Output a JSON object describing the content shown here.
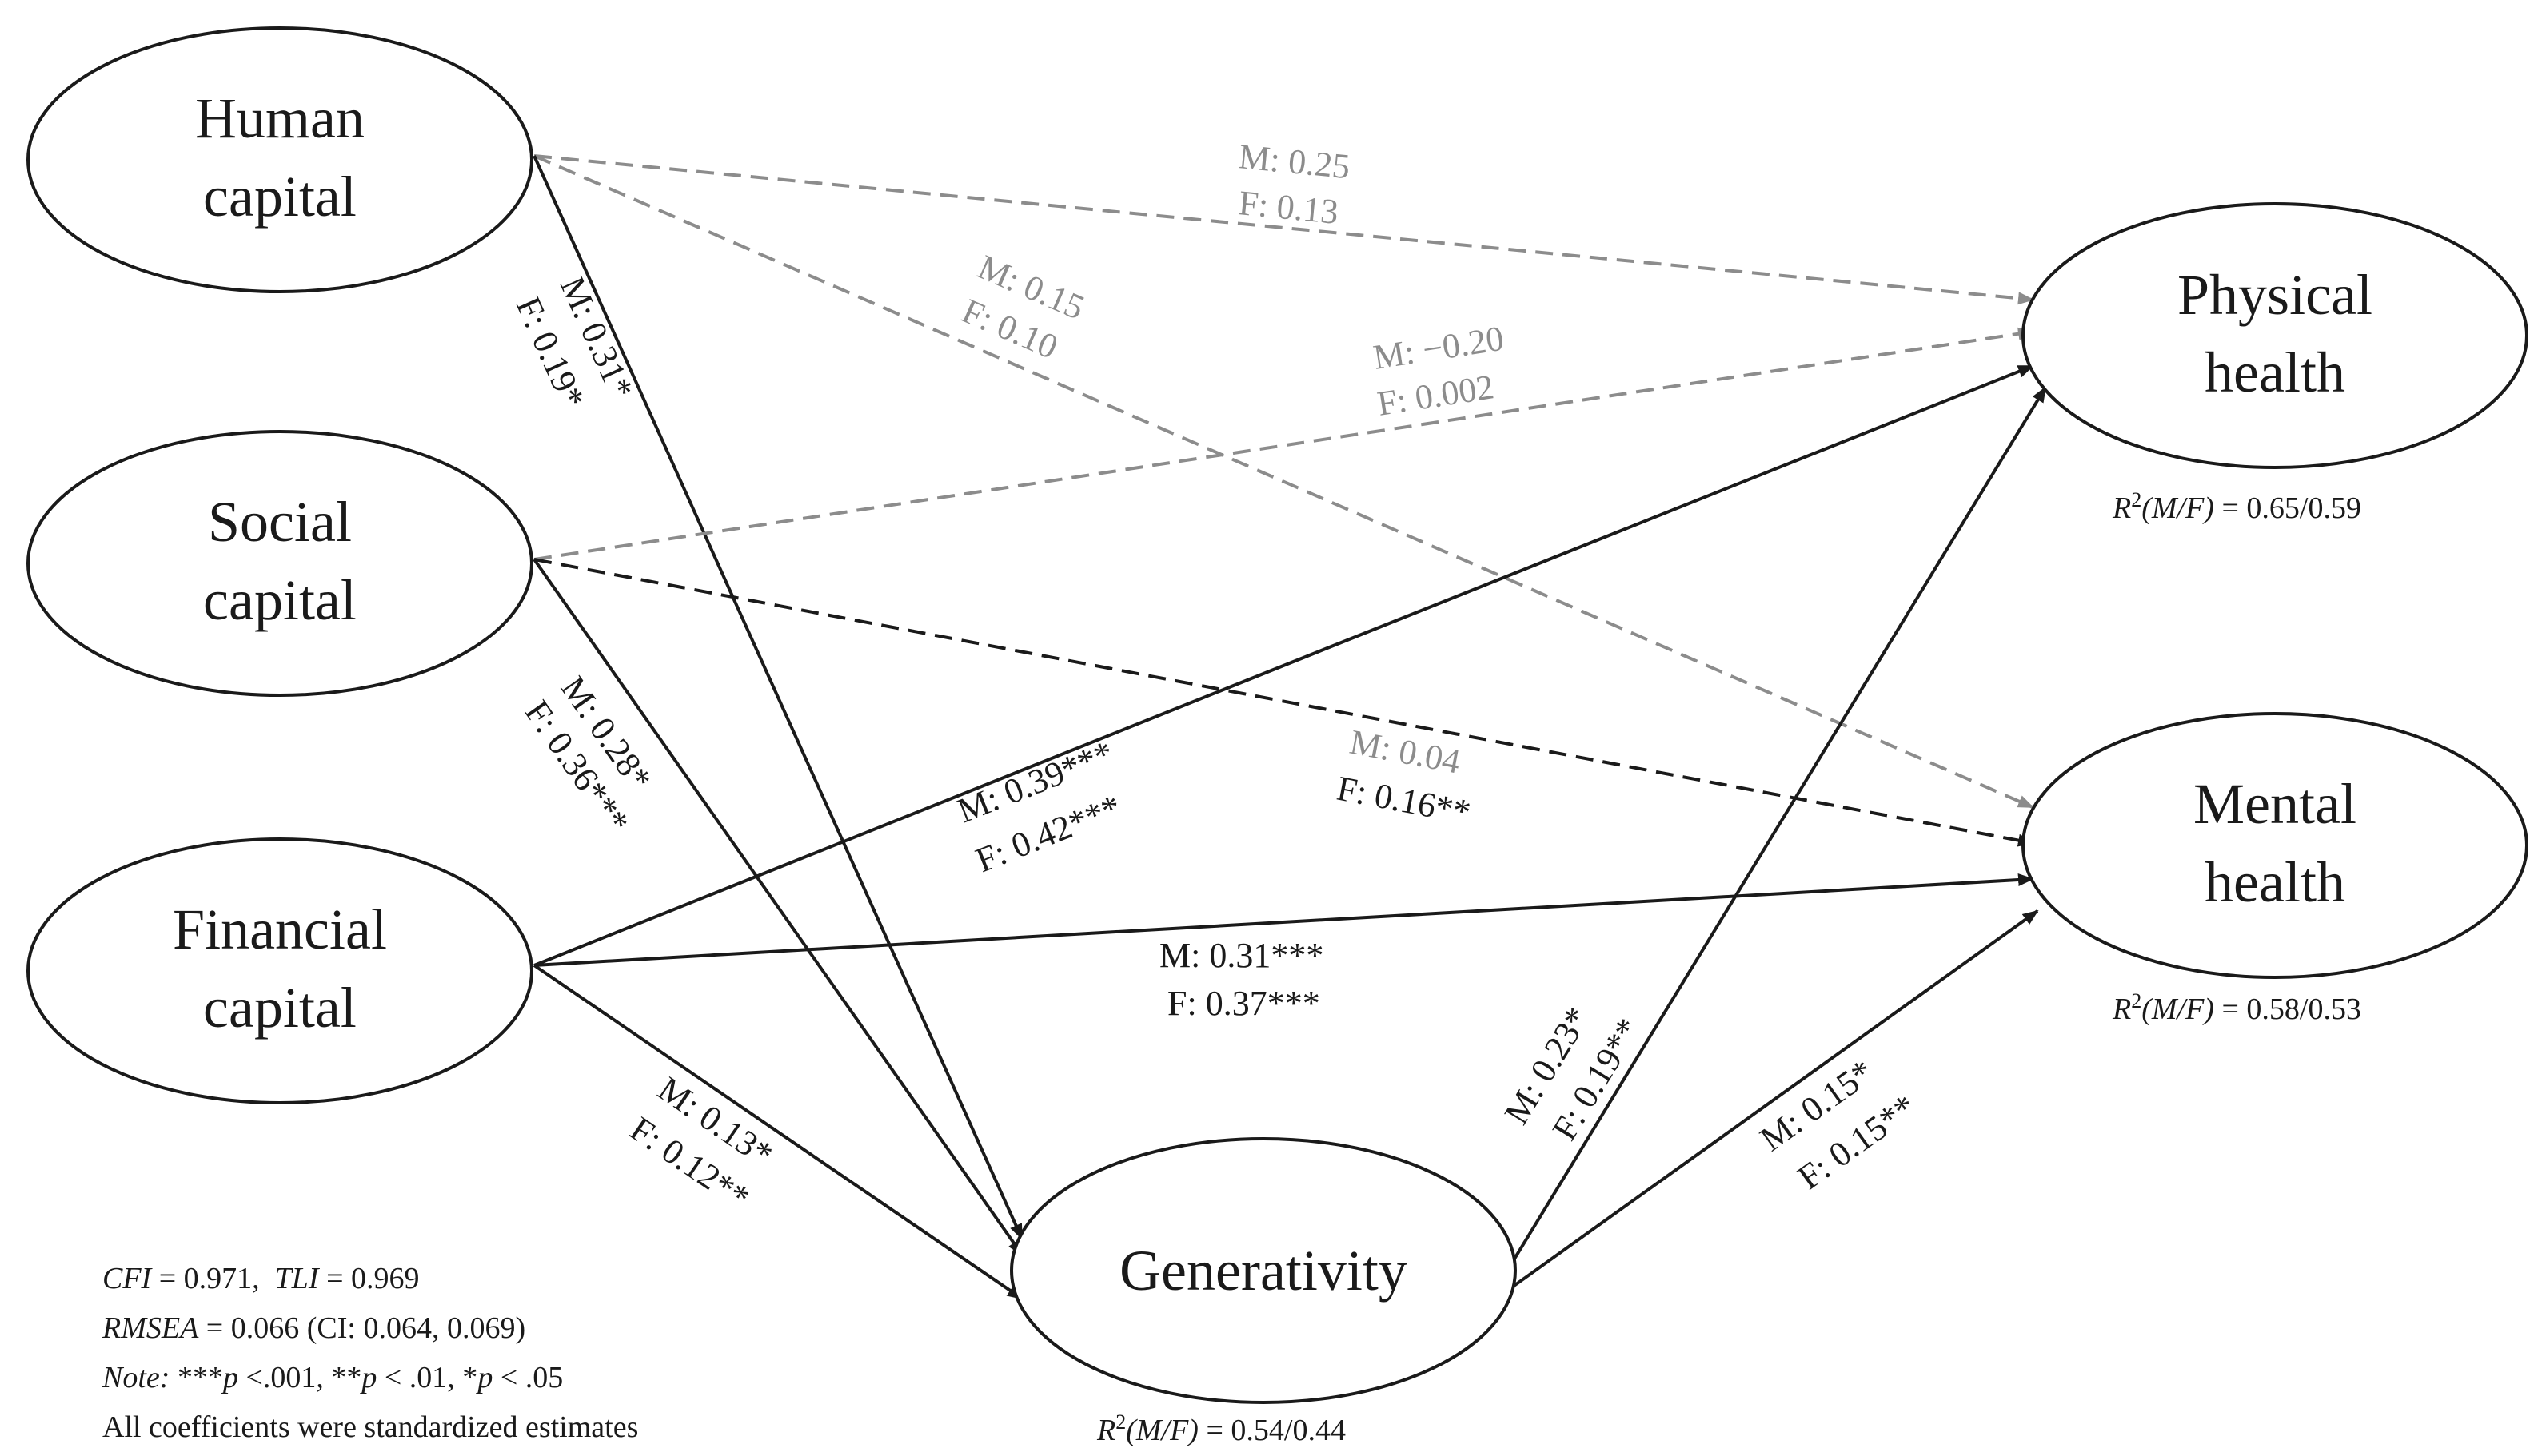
{
  "nodes": {
    "human": {
      "line1": "Human",
      "line2": "capital"
    },
    "social": {
      "line1": "Social",
      "line2": "capital"
    },
    "financial": {
      "line1": "Financial",
      "line2": "capital"
    },
    "physical": {
      "line1": "Physical",
      "line2": "health"
    },
    "mental": {
      "line1": "Mental",
      "line2": "health"
    },
    "generativity": {
      "line1": "Generativity"
    }
  },
  "paths": {
    "human_physical": {
      "m": "M: 0.25",
      "f": "F: 0.13",
      "style": "dashed-gray"
    },
    "human_mental": {
      "m": "M: 0.15",
      "f": "F: 0.10",
      "style": "dashed-gray"
    },
    "human_generativity": {
      "m": "M: 0.31*",
      "f": "F: 0.19*",
      "style": "solid"
    },
    "social_physical": {
      "m": "M: −0.20",
      "f": "F: 0.002",
      "style": "dashed-gray"
    },
    "social_mental": {
      "m": "M: 0.04",
      "f": "F: 0.16**",
      "style": "dashed-dark"
    },
    "social_generativity": {
      "m": "M: 0.28*",
      "f": "F: 0.36***",
      "style": "solid"
    },
    "financial_physical": {
      "m": "M: 0.39***",
      "f": "F: 0.42***",
      "style": "solid"
    },
    "financial_mental": {
      "m": "M: 0.31***",
      "f": "F: 0.37***",
      "style": "solid"
    },
    "financial_generativity": {
      "m": "M: 0.13*",
      "f": "F: 0.12**",
      "style": "solid"
    },
    "generativity_physical": {
      "m": "M: 0.23*",
      "f": "F: 0.19**",
      "style": "solid"
    },
    "generativity_mental": {
      "m": "M: 0.15*",
      "f": "F: 0.15**",
      "style": "solid"
    }
  },
  "r2": {
    "label": "R",
    "sup": "2",
    "group": "(M/F)",
    "eq": " = ",
    "physical": "0.65/0.59",
    "mental": "0.58/0.53",
    "generativity": "0.54/0.44"
  },
  "fit": {
    "cfi_label": "CFI",
    "cfi_value": " = 0.971,  ",
    "tli_label": "TLI",
    "tli_value": " = 0.969",
    "rmsea_label": "RMSEA",
    "rmsea_value": " = 0.066 (CI: 0.064, 0.069)",
    "note_label": "Note:",
    "note_p1a": " ***",
    "note_p1b": "p",
    "note_p1c": " <.001, **",
    "note_p2b": "p",
    "note_p2c": " < .01, *",
    "note_p3b": "p",
    "note_p3c": " < .05",
    "standardized": "All coefficients were standardized estimates"
  },
  "colors": {
    "solid": "#1a1a1a",
    "gray": "#8c8c8c",
    "background": "#ffffff"
  }
}
